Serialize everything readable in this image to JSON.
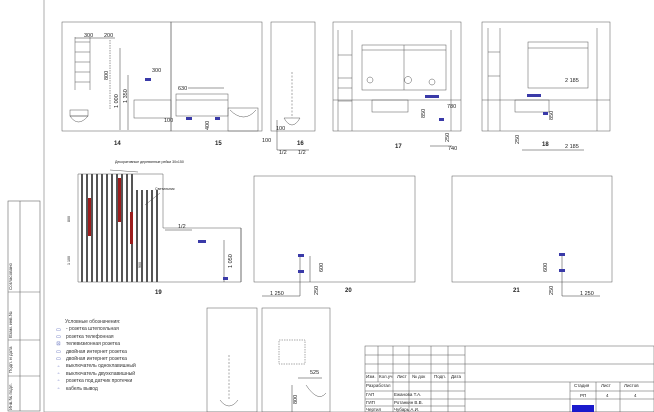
{
  "side_labels": [
    "Согласовано",
    "Взам. инв.№",
    "Подп. и дата",
    "Инв.№ подл."
  ],
  "views": [
    {
      "id": "14",
      "dims": [
        "300",
        "200",
        "300",
        "800",
        "1 000",
        "1 350"
      ]
    },
    {
      "id": "15",
      "dims": [
        "630",
        "100",
        "400"
      ]
    },
    {
      "id": "16",
      "dims": [
        "100",
        "1/2",
        "1/2",
        "100"
      ]
    },
    {
      "id": "17",
      "dims": [
        "850",
        "780",
        "250",
        "740"
      ]
    },
    {
      "id": "18",
      "dims": [
        "2 185",
        "250",
        "850",
        "2 185"
      ]
    },
    {
      "id": "19",
      "dims": [
        "1/2",
        "1 050",
        "1 100",
        "800",
        "900"
      ]
    },
    {
      "id": "20",
      "dims": [
        "600",
        "250",
        "1 250"
      ]
    },
    {
      "id": "21",
      "dims": [
        "600",
        "250",
        "1 250"
      ]
    }
  ],
  "view19_notes": [
    "Декоративные деревянные рейки 30x150",
    "Светильник"
  ],
  "misc_dims": {
    "v22_dim": "525",
    "v22_dim2": "800"
  },
  "legend": {
    "title": "Условные обозначения:",
    "items": [
      {
        "icon": "socket-icon",
        "label": "- розетка штепсельная"
      },
      {
        "icon": "phone-socket-icon",
        "label": "розетка   телефонная"
      },
      {
        "icon": "tv-socket-icon",
        "label": "телевизионная розетка"
      },
      {
        "icon": "double-internet-socket-icon",
        "label": "двойная интернет розетка"
      },
      {
        "icon": "double-internet-socket-icon",
        "label": "двойная интернет розетка"
      },
      {
        "icon": "single-switch-icon",
        "label": "выключатель одноклавишный"
      },
      {
        "icon": "double-switch-icon",
        "label": "выключатель двухклавишный"
      },
      {
        "icon": "sensor-socket-icon",
        "label": "розетка под датчик протечки"
      },
      {
        "icon": "cable-outlet-icon",
        "label": "кабель вывод"
      }
    ]
  },
  "stamp": {
    "headers": [
      "Изм.",
      "Кол.уч",
      "Лист",
      "№ док",
      "Подп.",
      "Дата"
    ],
    "rows": [
      {
        "role": "Разработал",
        "name": ""
      },
      {
        "role": "ГАП",
        "name": "Ежанова Т.А."
      },
      {
        "role": "ГИП",
        "name": "Ротанкин В.В."
      },
      {
        "role": "Чертил",
        "name": "Чубарь А.И."
      }
    ],
    "stage_header": "Стадия",
    "sheet_header": "Лист",
    "sheets_header": "Листов",
    "stage": "РП",
    "sheet": "4",
    "sheets": "4"
  },
  "colors": {
    "accent": "#1a1acc",
    "wood_stripe": "#555555",
    "lamp": "#9b1c1c",
    "socket": "#3a3aa8"
  }
}
